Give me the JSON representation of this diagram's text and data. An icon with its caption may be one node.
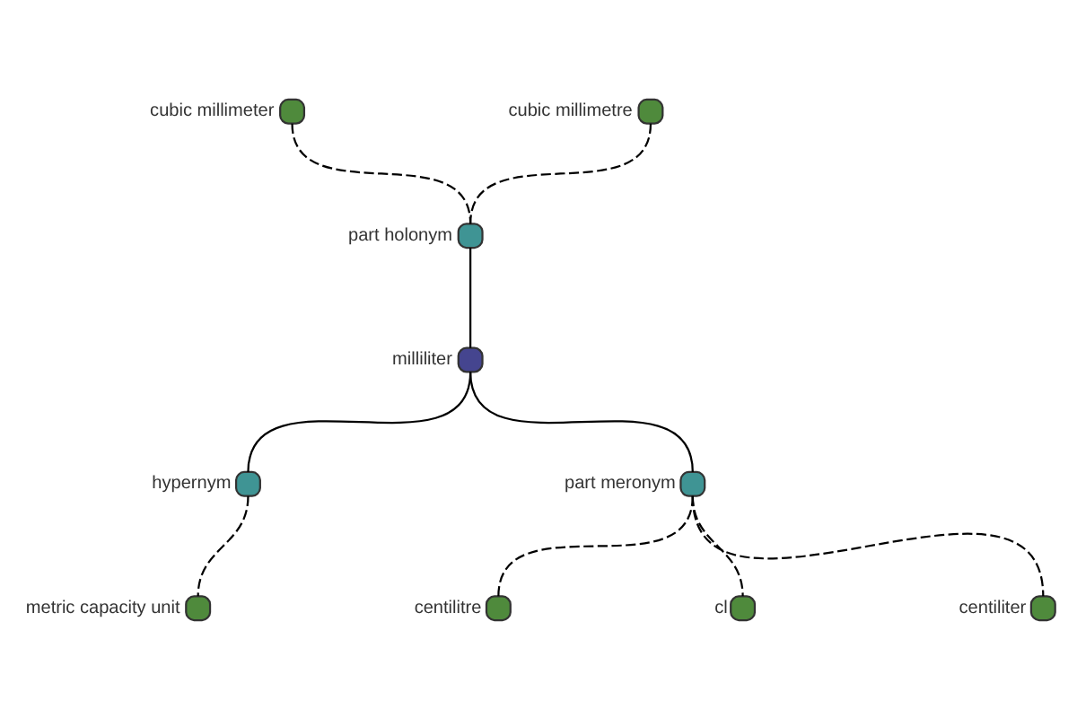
{
  "diagram": {
    "nodes": [
      {
        "text": [
          "cubic millimeter"
        ]
      },
      {
        "text": [
          "cubic millimetre"
        ]
      },
      {
        "text": [
          "part holonym"
        ]
      },
      {
        "text": [
          "milliliter"
        ]
      },
      {
        "text": [
          "hypernym"
        ]
      },
      {
        "text": [
          "part meronym"
        ]
      },
      {
        "text": [
          "centilitre"
        ]
      },
      {
        "text": [
          "metric capacity unit"
        ]
      },
      {
        "text": [
          "cl"
        ]
      },
      {
        "text": [
          "centiliter"
        ]
      }
    ],
    "edges": [
      {
        "from": 0,
        "to": 2,
        "arrow": "none",
        "style": "dashed"
      },
      {
        "from": 1,
        "to": 2,
        "arrow": "none",
        "style": "dashed"
      },
      {
        "from": 2,
        "to": 3,
        "arrow": "none"
      },
      {
        "from": 3,
        "to": 4,
        "arrow": "none"
      },
      {
        "from": 3,
        "to": 5,
        "arrow": "none"
      },
      {
        "from": 4,
        "to": 7,
        "arrow": "none",
        "style": "dashed"
      },
      {
        "from": 5,
        "to": 6,
        "arrow": "none",
        "style": "dashed"
      },
      {
        "from": 5,
        "to": 8,
        "arrow": "none",
        "style": "dashed"
      },
      {
        "from": 5,
        "to": 9,
        "arrow": "none",
        "style": "dashed"
      }
    ]
  }
}
